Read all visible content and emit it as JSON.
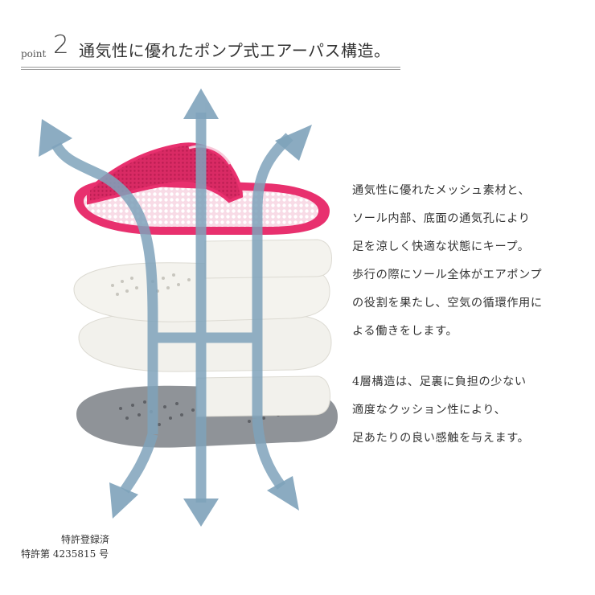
{
  "header": {
    "point_word": "point",
    "point_number": "2",
    "title": "通気性に優れたポンプ式エアーパス構造。"
  },
  "description": {
    "paragraph1": [
      "通気性に優れたメッシュ素材と、",
      "ソール内部、底面の通気孔により",
      "足を涼しく快適な状態にキープ。",
      "歩行の際にソール全体がエアポンプ",
      "の役割を果たし、空気の循環作用に",
      "よる働きをします。"
    ],
    "paragraph2": [
      "4層構造は、足裏に負担の少ない",
      "適度なクッション性により、",
      "足あたりの良い感触を与えます。"
    ]
  },
  "patent": {
    "line1": "特許登録済",
    "line2": "特許第 4235815 号"
  },
  "colors": {
    "slipper_pink": "#e8306e",
    "mesh_light": "#f6d8e4",
    "layer_cream": "#f2f1ec",
    "layer_gray": "#8f9398",
    "arrow_blue": "#7fa3bb"
  },
  "icons": {
    "airflow": "air-flow-arrow-icon",
    "slipper": "slipper-image"
  }
}
